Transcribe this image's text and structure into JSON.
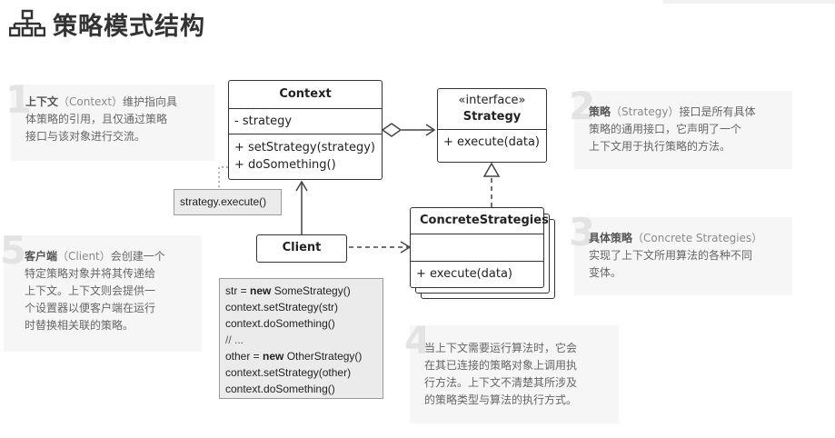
{
  "page": {
    "title": "策略模式结构",
    "icon": "hierarchy-icon"
  },
  "notes": {
    "n1": {
      "num": "1",
      "title": "上下文",
      "en": "（Context）",
      "line1": "维护指向具",
      "line2": "体策略的引用，且仅通过策略",
      "line3": "接口与该对象进行交流。"
    },
    "n2": {
      "num": "2",
      "title": "策略",
      "en": "（Strategy）",
      "line1": "接口是所有具体",
      "line2": "策略的通用接口，它声明了一个",
      "line3": "上下文用于执行策略的方法。"
    },
    "n3": {
      "num": "3",
      "title": "具体策略",
      "en": "（Concrete Strategies）",
      "line2": "实现了上下文所用算法的各种不同",
      "line3": "变体。"
    },
    "n4": {
      "num": "4",
      "line1": "当上下文需要运行算法时，它会",
      "line2": "在其已连接的策略对象上调用执",
      "line3": "行方法。上下文不清楚其所涉及",
      "line4": "的策略类型与算法的执行方式。"
    },
    "n5": {
      "num": "5",
      "title": "客户端",
      "en": "（Client）",
      "line1": "会创建一个",
      "line2": "特定策略对象并将其传递给",
      "line3": "上下文。上下文则会提供一",
      "line4": "个设置器以便客户端在运行",
      "line5": "时替换相关联的策略。"
    }
  },
  "uml": {
    "context": {
      "name": "Context",
      "field": "- strategy",
      "method1": "+ setStrategy(strategy)",
      "method2": "+ doSomething()"
    },
    "strategy": {
      "stereotype": "«interface»",
      "name": "Strategy",
      "method": "+ execute(data)"
    },
    "concrete": {
      "name": "ConcreteStrategies",
      "method": "+ execute(data)"
    },
    "client": {
      "name": "Client"
    },
    "callout": "strategy.execute()",
    "code": {
      "l1a": "str = ",
      "l1kw": "new",
      "l1b": " SomeStrategy()",
      "l2": "context.setStrategy(str)",
      "l3": "context.doSomething()",
      "l4": "// ...",
      "l5a": "other = ",
      "l5kw": "new",
      "l5b": " OtherStrategy()",
      "l6": "context.setStrategy(other)",
      "l7": "context.doSomething()"
    }
  }
}
